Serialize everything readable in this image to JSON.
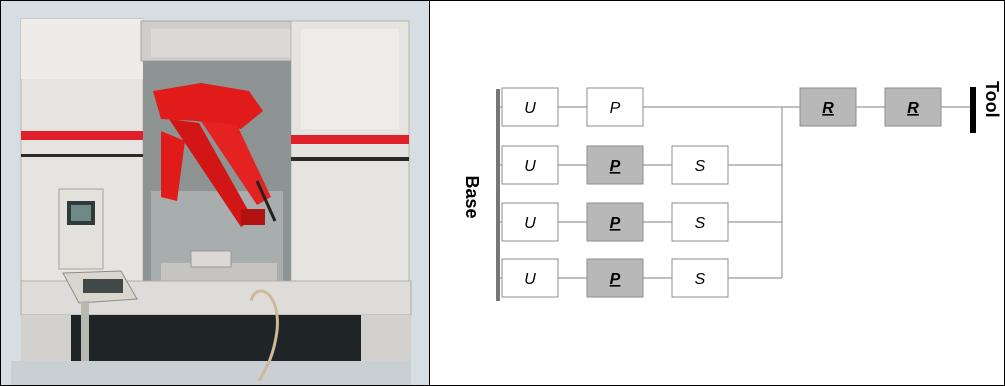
{
  "figure": {
    "photo": {
      "subject": "robot-machine-photo",
      "colors": {
        "housing": "#e6e4e0",
        "stripe": "#e0202a",
        "arm": "#e11a1a",
        "background": "#d7dee3",
        "panel": "#2f3a3a"
      }
    },
    "diagram": {
      "base_label": "Base",
      "tool_label": "Tool",
      "colors": {
        "line": "#9a9a9a",
        "box_border": "#8c8c8c",
        "actuated_fill": "#b8b8b8",
        "passive_fill": "#ffffff",
        "base_bar": "#777777",
        "tool_bar": "#000000"
      },
      "legs": [
        {
          "joints": [
            {
              "label": "U",
              "actuated": false
            },
            {
              "label": "P",
              "actuated": false
            }
          ]
        },
        {
          "joints": [
            {
              "label": "U",
              "actuated": false
            },
            {
              "label": "P",
              "actuated": true
            },
            {
              "label": "S",
              "actuated": false
            }
          ]
        },
        {
          "joints": [
            {
              "label": "U",
              "actuated": false
            },
            {
              "label": "P",
              "actuated": true
            },
            {
              "label": "S",
              "actuated": false
            }
          ]
        },
        {
          "joints": [
            {
              "label": "U",
              "actuated": false
            },
            {
              "label": "P",
              "actuated": true
            },
            {
              "label": "S",
              "actuated": false
            }
          ]
        }
      ],
      "serial_chain": [
        {
          "label": "R",
          "actuated": true
        },
        {
          "label": "R",
          "actuated": true
        }
      ]
    }
  }
}
